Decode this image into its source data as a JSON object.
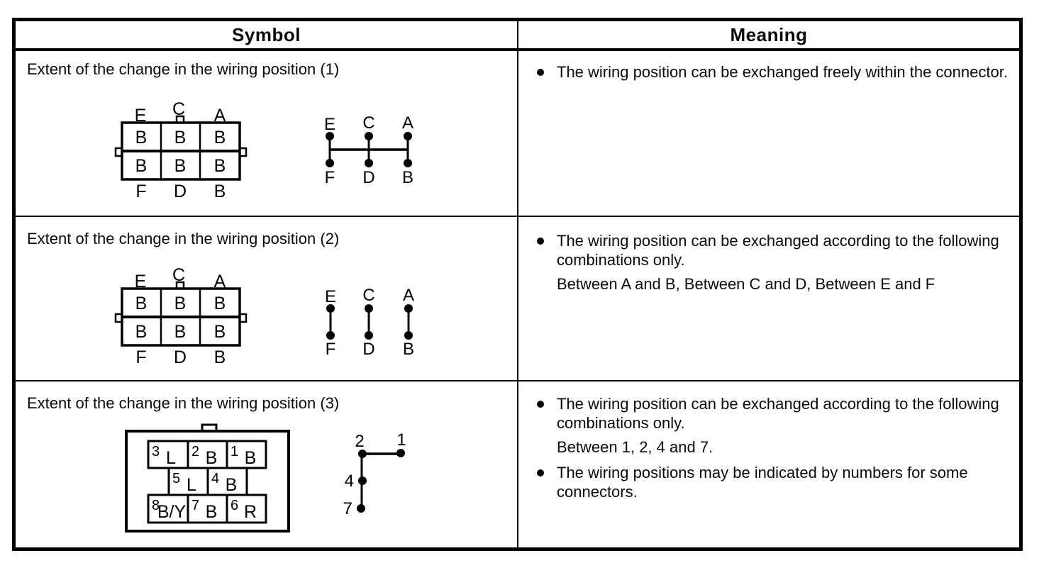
{
  "header": {
    "symbol_label": "Symbol",
    "meaning_label": "Meaning"
  },
  "rows": [
    {
      "title": "Extent of the change in the wiring position (1)",
      "connector": {
        "top_labels": [
          "E",
          "C",
          "A"
        ],
        "bottom_labels": [
          "F",
          "D",
          "B"
        ],
        "cell_values": [
          "B",
          "B",
          "B",
          "B",
          "B",
          "B"
        ]
      },
      "wiring": {
        "top_labels": [
          "E",
          "C",
          "A"
        ],
        "bottom_labels": [
          "F",
          "D",
          "B"
        ]
      },
      "meaning": [
        {
          "text": "The wiring position can be exchanged freely within the connector."
        }
      ]
    },
    {
      "title": "Extent of the change in the wiring position (2)",
      "connector": {
        "top_labels": [
          "E",
          "C",
          "A"
        ],
        "bottom_labels": [
          "F",
          "D",
          "B"
        ],
        "cell_values": [
          "B",
          "B",
          "B",
          "B",
          "B",
          "B"
        ]
      },
      "wiring": {
        "top_labels": [
          "E",
          "C",
          "A"
        ],
        "bottom_labels": [
          "F",
          "D",
          "B"
        ]
      },
      "meaning": [
        {
          "text": "The wiring position can be exchanged according to the following combinations only."
        },
        {
          "text": "Between A and B, Between C and D, Between E and F"
        }
      ]
    },
    {
      "title": "Extent of the change in the wiring position (3)",
      "connector3": {
        "cells": [
          {
            "num": "3",
            "val": "L"
          },
          {
            "num": "2",
            "val": "B"
          },
          {
            "num": "1",
            "val": "B"
          },
          {
            "num": "5",
            "val": "L"
          },
          {
            "num": "4",
            "val": "B"
          },
          {
            "num": "8",
            "val": "B/Y"
          },
          {
            "num": "7",
            "val": "B"
          },
          {
            "num": "6",
            "val": "R"
          }
        ]
      },
      "wiring3": {
        "labels": [
          "2",
          "1",
          "4",
          "7"
        ]
      },
      "meaning": [
        {
          "text": "The wiring position can be exchanged according to the following combinations only."
        },
        {
          "text": "Between 1, 2, 4 and 7."
        },
        {
          "text": "The wiring positions may be indicated by numbers for some connectors."
        }
      ]
    }
  ]
}
